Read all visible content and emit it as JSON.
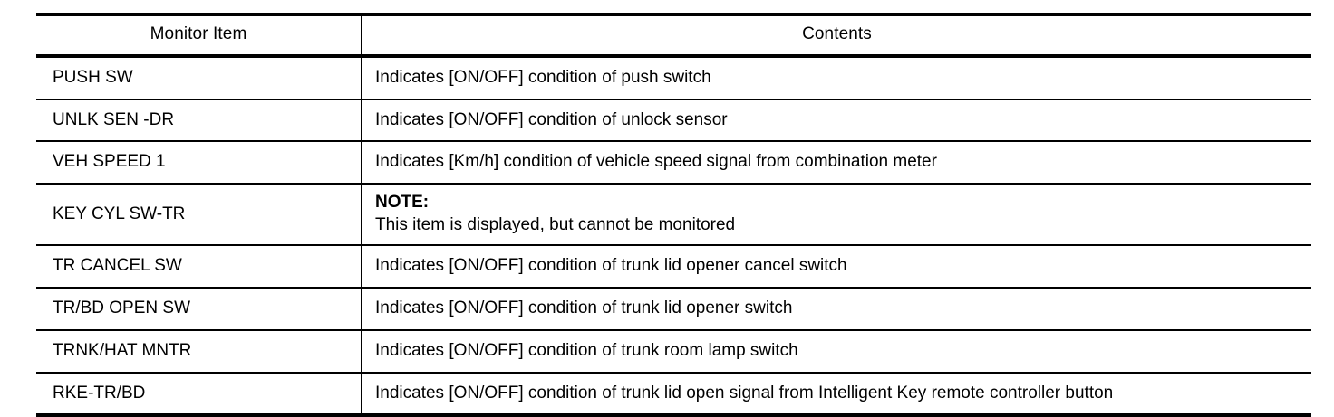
{
  "table": {
    "columns": [
      {
        "key": "monitor_item",
        "label": "Monitor Item",
        "align": "center"
      },
      {
        "key": "contents",
        "label": "Contents",
        "align": "center"
      }
    ],
    "rows": [
      {
        "monitor_item": "PUSH SW",
        "contents": "Indicates [ON/OFF] condition of push switch",
        "note": false
      },
      {
        "monitor_item": "UNLK SEN -DR",
        "contents": "Indicates [ON/OFF] condition of unlock sensor",
        "note": false
      },
      {
        "monitor_item": "VEH SPEED 1",
        "contents": "Indicates [Km/h] condition of vehicle speed signal from combination meter",
        "note": false
      },
      {
        "monitor_item": "KEY CYL SW-TR",
        "contents": "",
        "note": true,
        "note_label": "NOTE:",
        "note_body": "This item is displayed, but cannot be monitored"
      },
      {
        "monitor_item": "TR CANCEL SW",
        "contents": "Indicates [ON/OFF] condition of trunk lid opener cancel switch",
        "note": false
      },
      {
        "monitor_item": "TR/BD OPEN SW",
        "contents": "Indicates [ON/OFF] condition of trunk lid opener switch",
        "note": false
      },
      {
        "monitor_item": "TRNK/HAT MNTR",
        "contents": "Indicates [ON/OFF] condition of trunk room lamp switch",
        "note": false
      },
      {
        "monitor_item": "RKE-TR/BD",
        "contents": "Indicates [ON/OFF] condition of trunk lid open signal from Intelligent Key remote controller button",
        "note": false
      }
    ]
  },
  "style": {
    "text_color": "#000000",
    "rule_color": "#000000",
    "background": "#ffffff"
  }
}
